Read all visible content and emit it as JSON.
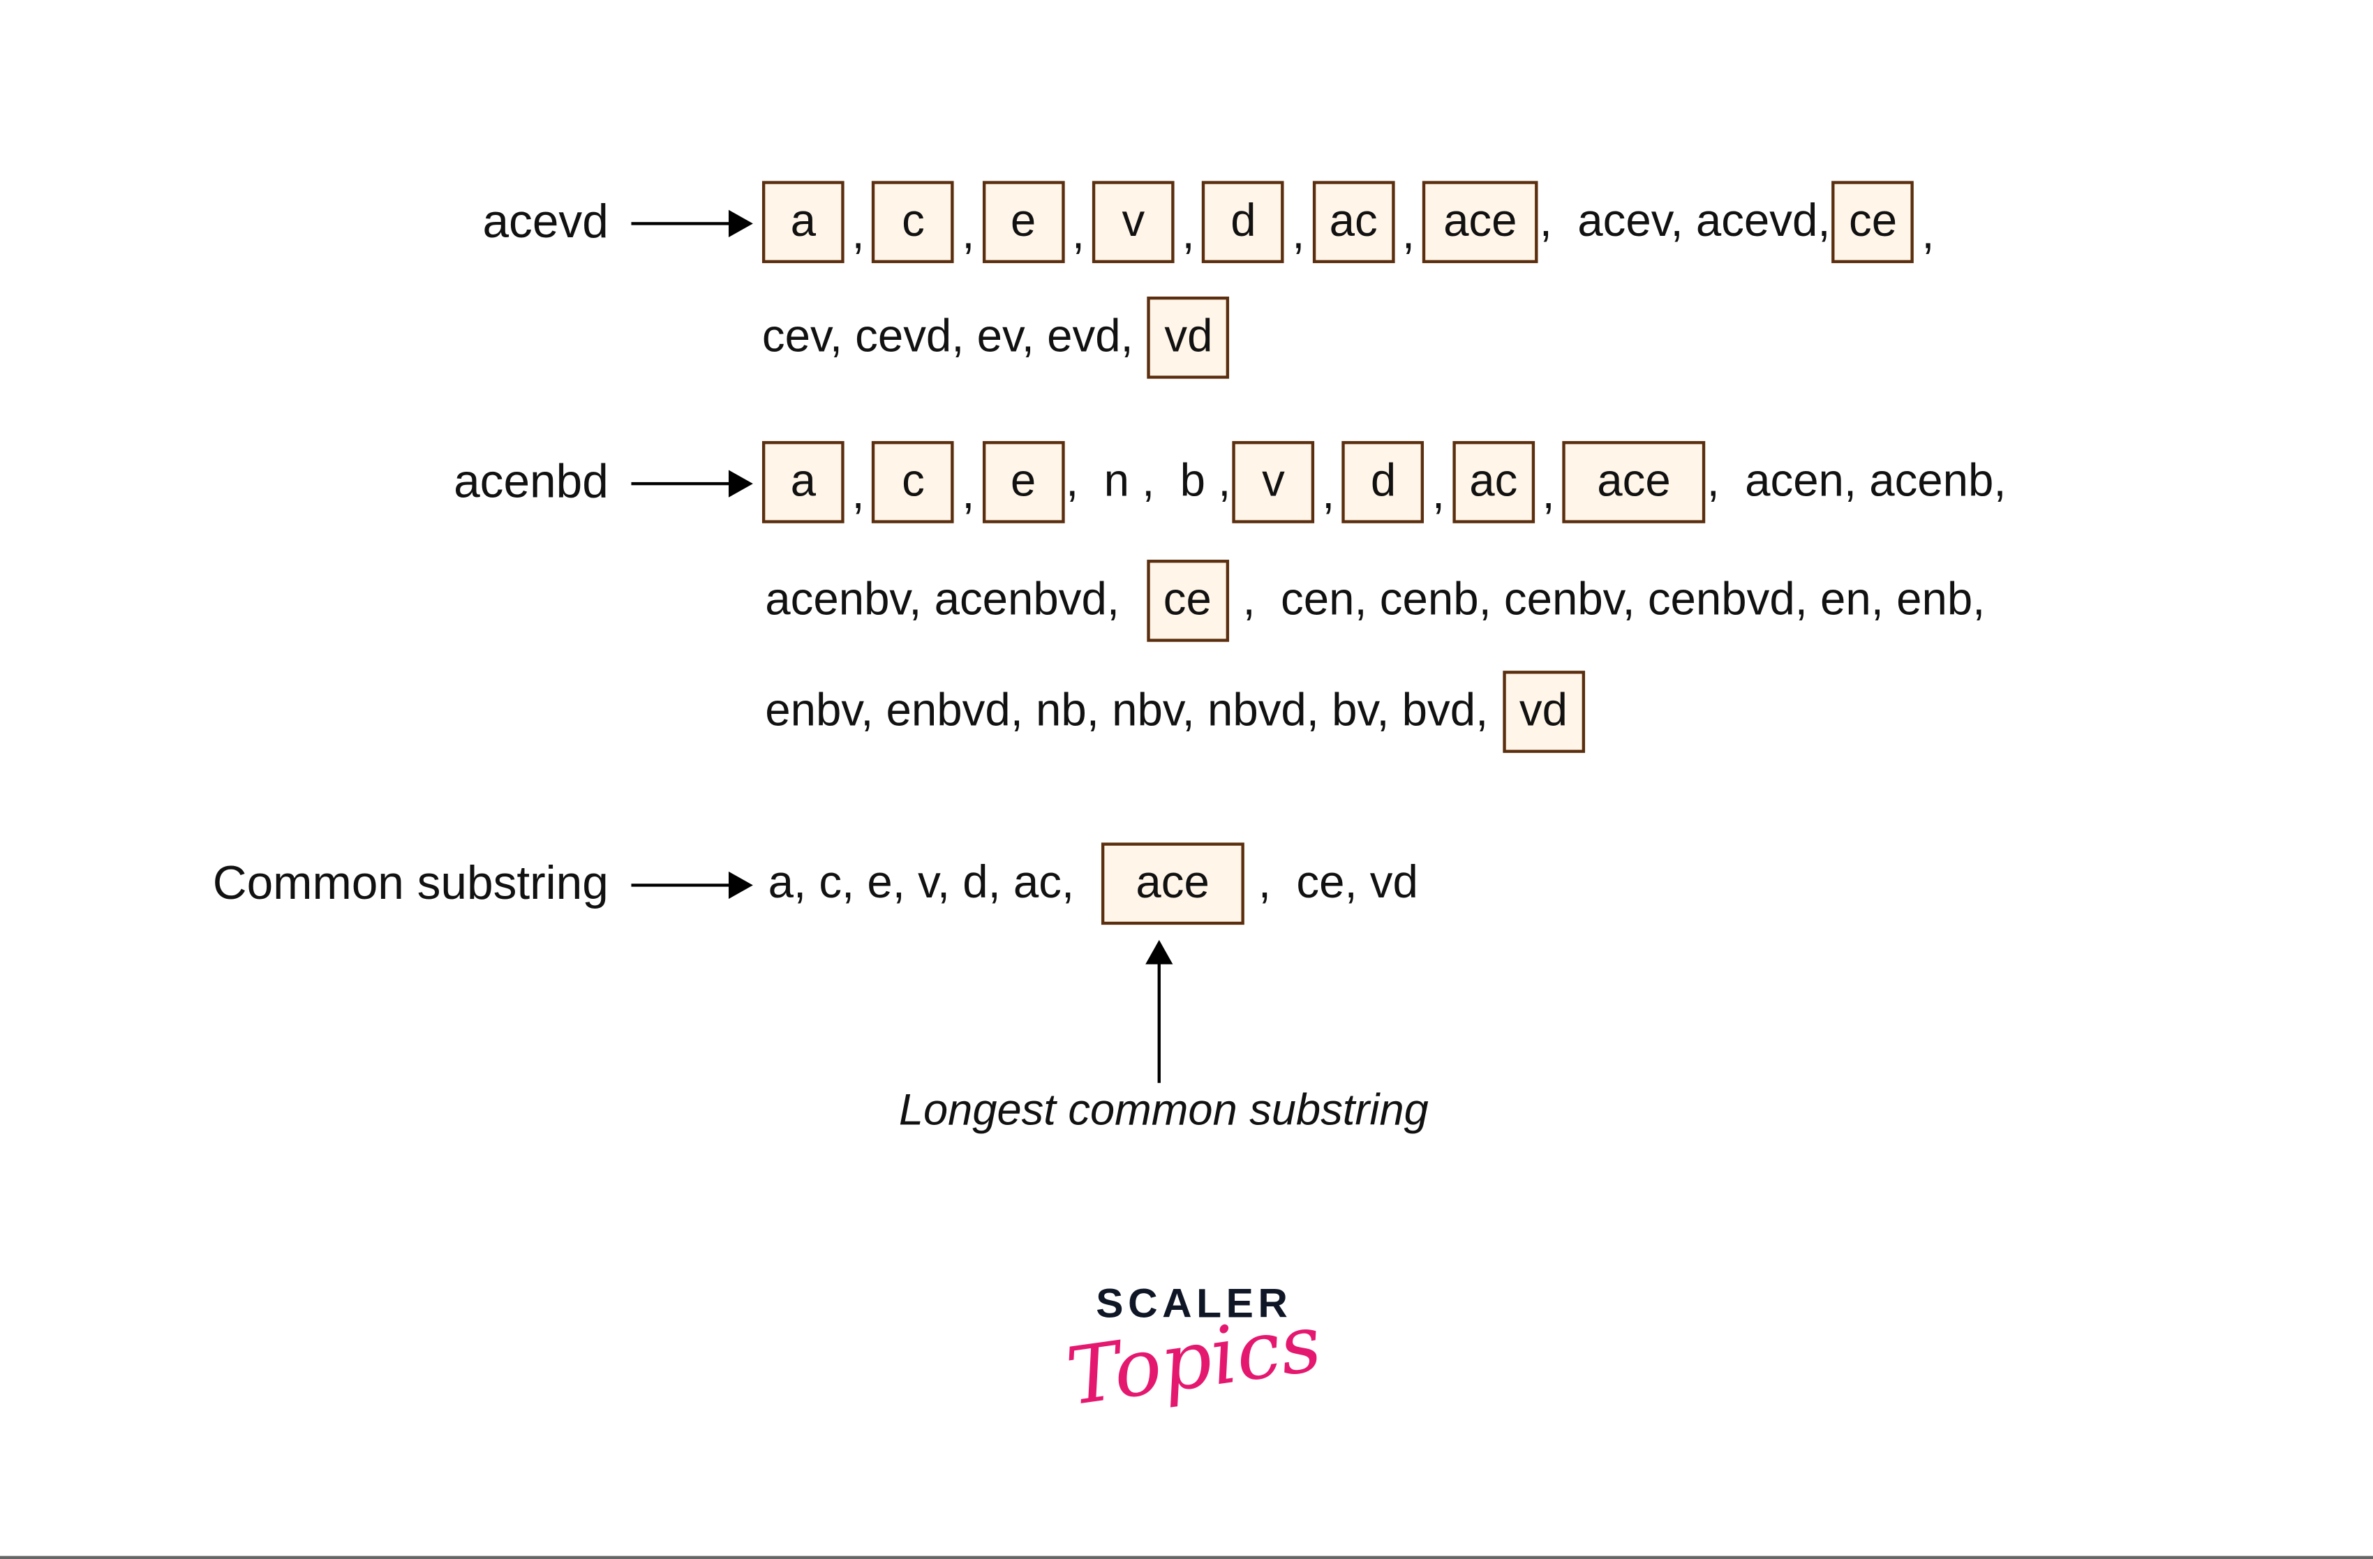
{
  "rows": [
    {
      "label": "acevd",
      "tokens": [
        {
          "t": "a",
          "box": true
        },
        {
          "t": ","
        },
        {
          "t": "c",
          "box": true
        },
        {
          "t": ","
        },
        {
          "t": "e",
          "box": true
        },
        {
          "t": ","
        },
        {
          "t": "v",
          "box": true
        },
        {
          "t": ","
        },
        {
          "t": "d",
          "box": true
        },
        {
          "t": ","
        },
        {
          "t": "ac",
          "box": true
        },
        {
          "t": ","
        },
        {
          "t": "ace",
          "box": true,
          "size": "wide"
        },
        {
          "t": ",  acev, acevd,",
          "plain": true
        },
        {
          "t": "ce",
          "box": true
        },
        {
          "t": ","
        }
      ]
    },
    {
      "tokens": [
        {
          "t": "cev, cevd, ev, evd, ",
          "plain": true
        },
        {
          "t": "vd",
          "box": true
        }
      ]
    },
    {
      "label": "acenbd",
      "tokens": [
        {
          "t": "a",
          "box": true
        },
        {
          "t": ","
        },
        {
          "t": "c",
          "box": true
        },
        {
          "t": ","
        },
        {
          "t": "e",
          "box": true
        },
        {
          "t": ",  n ,  b ,",
          "plain": true
        },
        {
          "t": "v",
          "box": true
        },
        {
          "t": ","
        },
        {
          "t": "d",
          "box": true
        },
        {
          "t": ","
        },
        {
          "t": "ac",
          "box": true
        },
        {
          "t": ","
        },
        {
          "t": "ace",
          "box": true,
          "size": "xwide"
        },
        {
          "t": ",  acen, acenb,",
          "plain": true
        }
      ]
    },
    {
      "tokens": [
        {
          "t": "acenbv, acenbvd,  ",
          "plain": true
        },
        {
          "t": "ce",
          "box": true
        },
        {
          "t": " ,  cen, cenb, cenbv, cenbvd, en, enb,",
          "plain": true
        }
      ]
    },
    {
      "tokens": [
        {
          "t": "enbv, enbvd, nb, nbv, nbvd, bv, bvd, ",
          "plain": true
        },
        {
          "t": "vd",
          "box": true
        }
      ]
    },
    {
      "label": "Common substring",
      "tokens": [
        {
          "t": "a, c, e, v, d, ac,  ",
          "plain": true
        },
        {
          "t": "ace",
          "box": true,
          "size": "xwide"
        },
        {
          "t": " ,  ce, vd",
          "plain": true
        }
      ]
    }
  ],
  "annotation": "Longest common substring",
  "logo": {
    "line1": "SCALER",
    "line2": "Topics"
  },
  "colors": {
    "box_fill": "#fff5e8",
    "box_border": "#5a2e0e",
    "logo_pink": "#e5186f",
    "logo_dark": "#0f1626"
  }
}
